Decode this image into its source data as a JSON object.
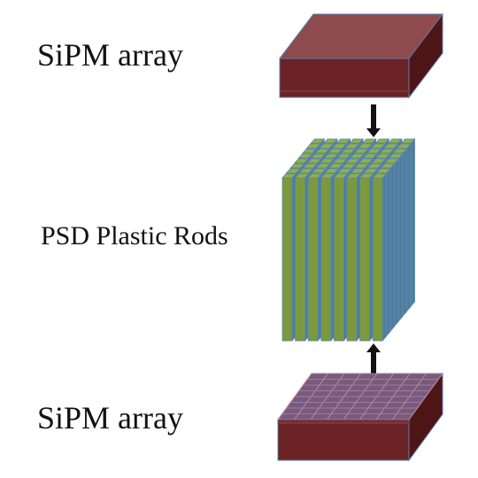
{
  "labels": {
    "top_array": "SiPM array",
    "rods": "PSD Plastic Rods",
    "bottom_array": "SiPM array"
  },
  "colors": {
    "sipm_front": "#6b2224",
    "sipm_top": "#8e4a4c",
    "sipm_side": "#4e1517",
    "sipm_edge": "#5b7fb0",
    "rod_front": "#7c9a3c",
    "rod_top": "#8fb04a",
    "rod_side": "#4f7f9f",
    "arrow": "#111111"
  },
  "rod_grid": {
    "columns": 8,
    "rows": 8
  },
  "sipm_grid": {
    "columns": 8,
    "rows": 8
  },
  "arrows": [
    {
      "direction": "down",
      "meaning": "top array to rods"
    },
    {
      "direction": "up",
      "meaning": "bottom array to rods"
    }
  ]
}
